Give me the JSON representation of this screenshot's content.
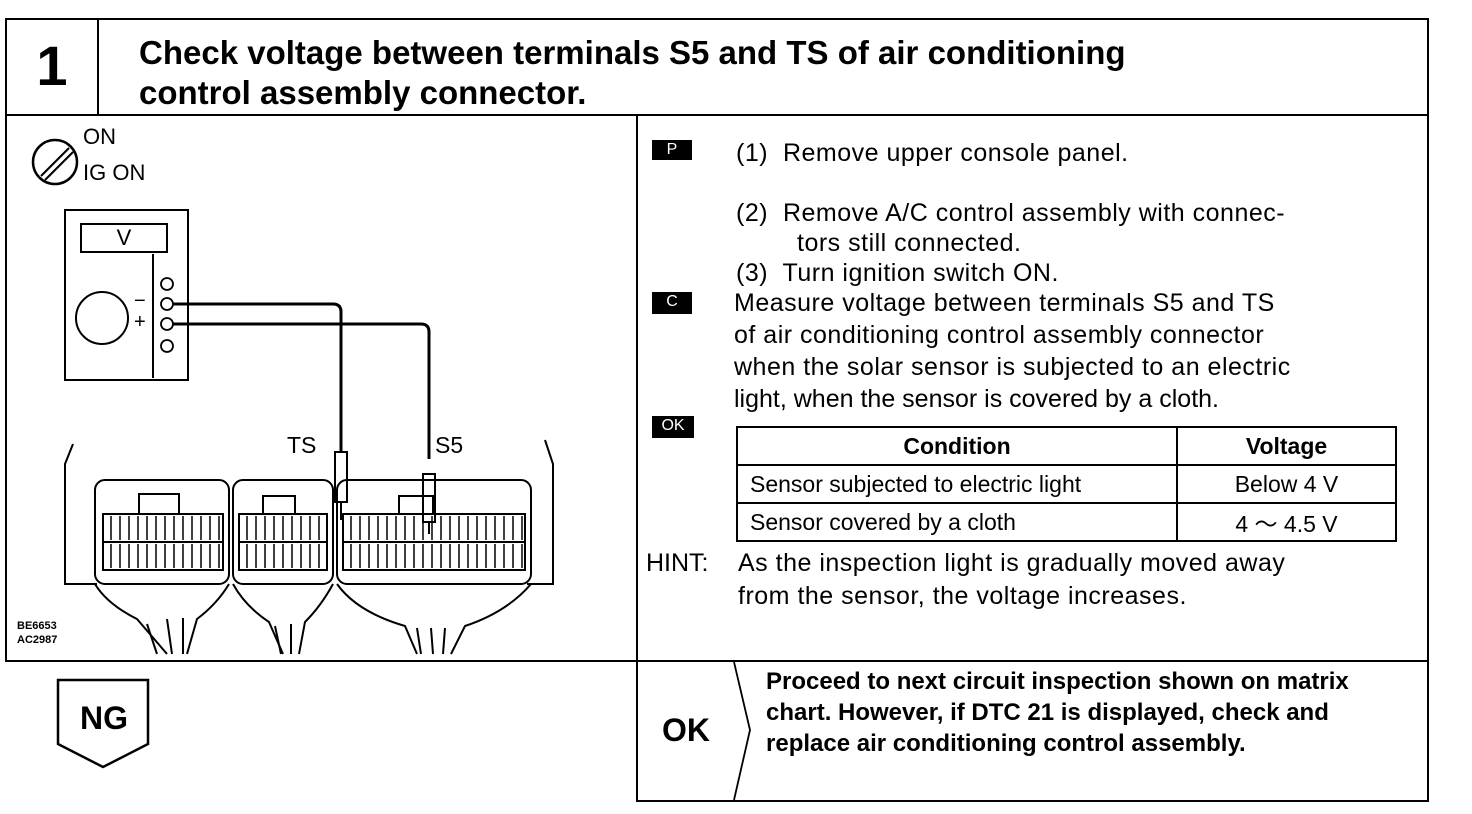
{
  "header": {
    "step_number": "1",
    "title_line1": "Check voltage between terminals S5 and TS of air conditioning",
    "title_line2": "control assembly connector."
  },
  "diagram": {
    "switch_on": "ON",
    "switch_ig_on": "IG ON",
    "meter_label": "V",
    "minus": "−",
    "plus": "+",
    "terminal_ts": "TS",
    "terminal_s5": "S5",
    "ref_code1": "BE6653",
    "ref_code2": "AC2987"
  },
  "procedure": {
    "tag_p": "P",
    "step1": "(1)  Remove upper console panel.",
    "step2_line1": "(2)  Remove A/C control assembly with connec-",
    "step2_line2": "tors still connected.",
    "step3": "(3)  Turn ignition switch ON.",
    "tag_c": "C",
    "measure_lines": [
      "Measure voltage between terminals S5 and TS",
      "of air conditioning control assembly connector",
      "when the solar sensor is subjected to an electric",
      "light, when the sensor is covered by a cloth."
    ],
    "tag_ok": "OK",
    "table": {
      "headers": [
        "Condition",
        "Voltage"
      ],
      "rows": [
        [
          "Sensor subjected to electric light",
          "Below 4 V"
        ],
        [
          "Sensor covered by a cloth",
          "4 ～ 4.5 V"
        ]
      ]
    },
    "hint_label": "HINT:",
    "hint_line1": "As the inspection light is gradually moved away",
    "hint_line2": "from the sensor, the voltage increases."
  },
  "results": {
    "ng_label": "NG",
    "ok_label": "OK",
    "ok_text_lines": [
      "Proceed to next circuit inspection shown on matrix",
      "chart. However, if DTC 21 is displayed, check and",
      "replace air conditioning control assembly."
    ]
  }
}
